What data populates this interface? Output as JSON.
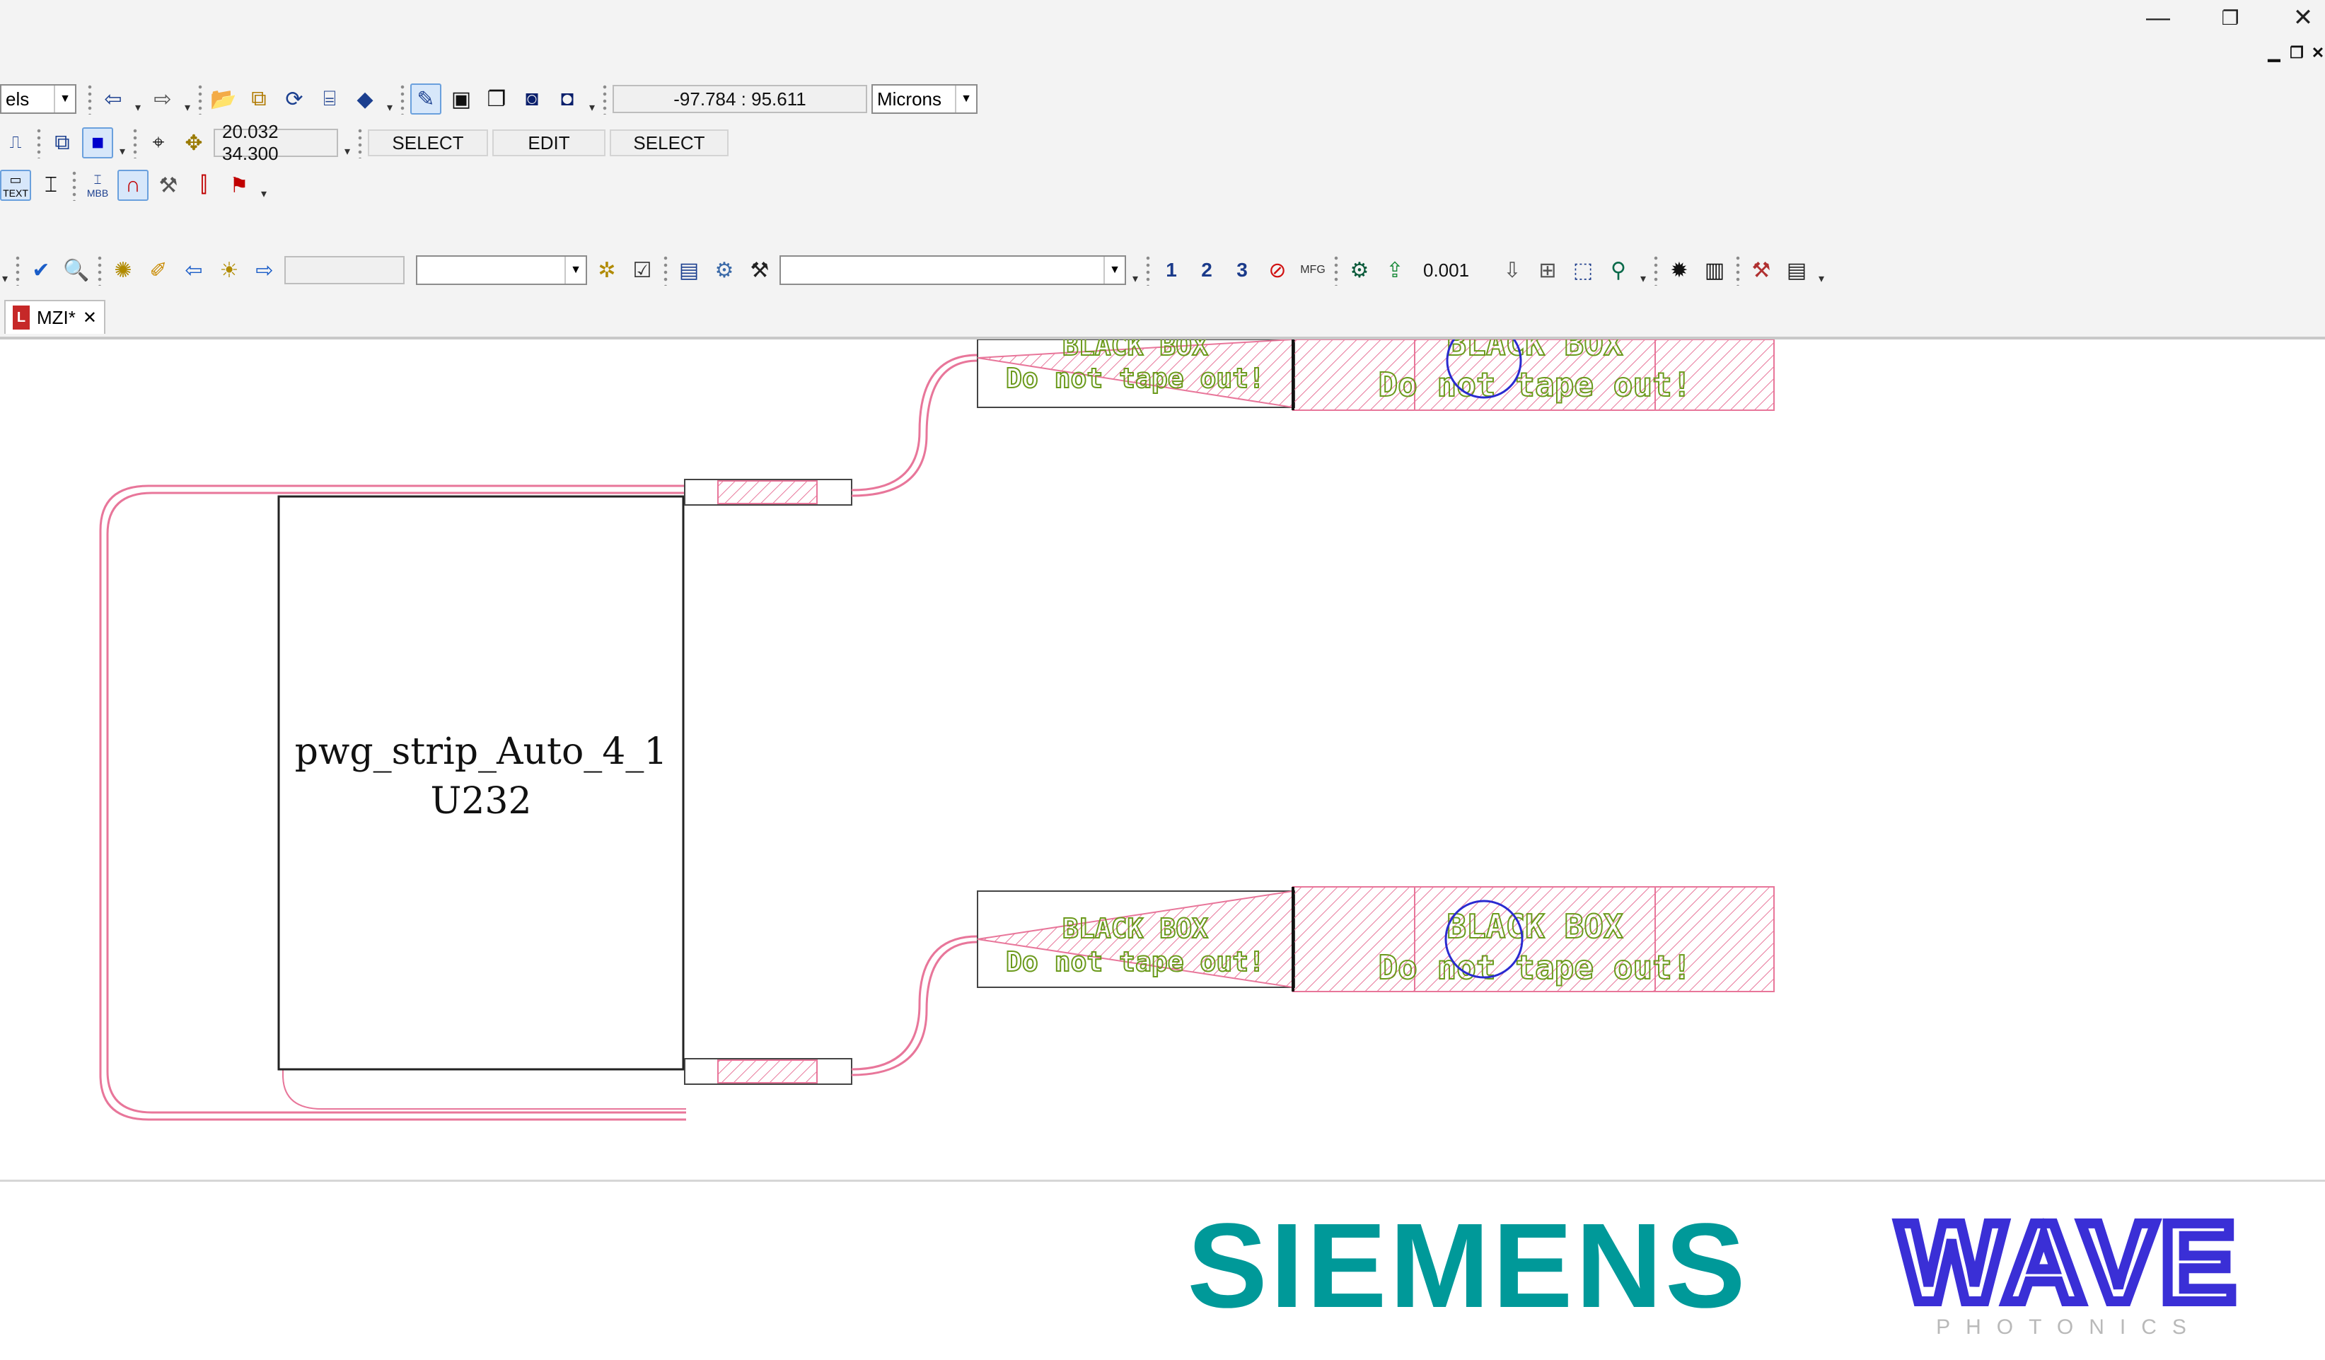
{
  "window": {
    "minimize_symbol": "—",
    "restore_symbol": "❐",
    "close_symbol": "✕",
    "mdi_minimize_symbol": "▁",
    "mdi_restore_symbol": "❐",
    "mdi_close_symbol": "✕"
  },
  "toolbar": {
    "layer_combo_value": "els",
    "coordinate_readout": "-97.784 : 95.611",
    "units_value": "Microns",
    "grid_value": "20.032 34.300",
    "mode_buttons": [
      "SELECT",
      "EDIT",
      "SELECT"
    ],
    "text_tool_label": "TEXT",
    "mbb_tool_label": "MBB",
    "step_value": "0.001",
    "step_labels": [
      "1",
      "2",
      "3"
    ],
    "mfg_label": "MFG",
    "filter_field_value": "",
    "cell_combo_value": "",
    "command_combo_value": ""
  },
  "tab": {
    "file_icon_letter": "L",
    "label": "MZI*",
    "close_symbol": "✕"
  },
  "layout": {
    "cell_name": "pwg_strip_Auto_4_1",
    "cell_instance": "U232",
    "black_box_title": "BLACK BOX",
    "black_box_subtitle": "Do not tape out!",
    "waveguide_color": "#e8769a",
    "text_color": "#6b9a1c",
    "port_color": "#2a2ad0"
  },
  "logos": {
    "siemens": "SIEMENS",
    "wave_wordmark": "WAVE",
    "wave_tagline": "PHOTONICS",
    "siemens_color": "#009999",
    "wave_color": "#3a2fd6"
  }
}
